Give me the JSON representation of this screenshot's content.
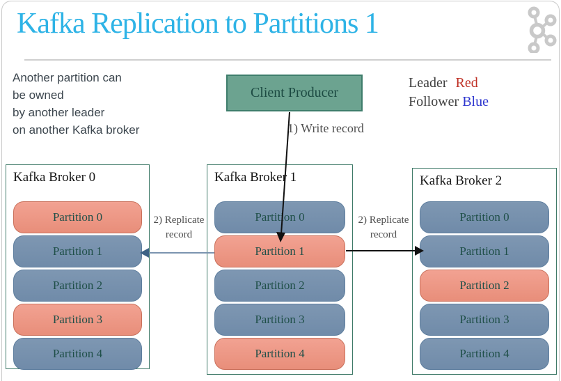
{
  "slide": {
    "title": "Kafka Replication to Partitions 1",
    "note_lines": [
      "Another partition can",
      "be owned",
      "by another leader",
      "on another Kafka broker"
    ],
    "producer_label": "Client Producer",
    "legend": {
      "leader_label": "Leader",
      "leader_color_name": "Red",
      "follower_label": "Follower",
      "follower_color_name": "Blue"
    },
    "annotations": {
      "write": "1) Write record",
      "replicate_left": [
        "2) Replicate",
        "record"
      ],
      "replicate_right": [
        "2) Replicate",
        "record"
      ]
    }
  },
  "brokers": [
    {
      "name": "Kafka Broker 0",
      "partitions": [
        {
          "label": "Partition 0",
          "role": "leader"
        },
        {
          "label": "Partition 1",
          "role": "follower"
        },
        {
          "label": "Partition 2",
          "role": "follower"
        },
        {
          "label": "Partition 3",
          "role": "leader"
        },
        {
          "label": "Partition 4",
          "role": "follower"
        }
      ]
    },
    {
      "name": "Kafka Broker 1",
      "partitions": [
        {
          "label": "Partition 0",
          "role": "follower"
        },
        {
          "label": "Partition 1",
          "role": "leader"
        },
        {
          "label": "Partition 2",
          "role": "follower"
        },
        {
          "label": "Partition 3",
          "role": "follower"
        },
        {
          "label": "Partition 4",
          "role": "leader"
        }
      ]
    },
    {
      "name": "Kafka Broker 2",
      "partitions": [
        {
          "label": "Partition 0",
          "role": "follower"
        },
        {
          "label": "Partition 1",
          "role": "follower"
        },
        {
          "label": "Partition 2",
          "role": "leader"
        },
        {
          "label": "Partition 3",
          "role": "follower"
        },
        {
          "label": "Partition 4",
          "role": "follower"
        }
      ]
    }
  ],
  "colors": {
    "title": "#2EB3E6",
    "leader_fill": "#E88E7A",
    "leader_fill_top": "#F2A292",
    "leader_border": "#C9705B",
    "follower_fill": "#708BA9",
    "follower_fill_top": "#7E97B2",
    "follower_border": "#5E7E9E",
    "producer_fill": "#6CA390",
    "producer_border": "#3E7D6B",
    "broker_border": "#3F7A68",
    "legend_red": "#BF3126",
    "legend_blue": "#2D35CF"
  }
}
